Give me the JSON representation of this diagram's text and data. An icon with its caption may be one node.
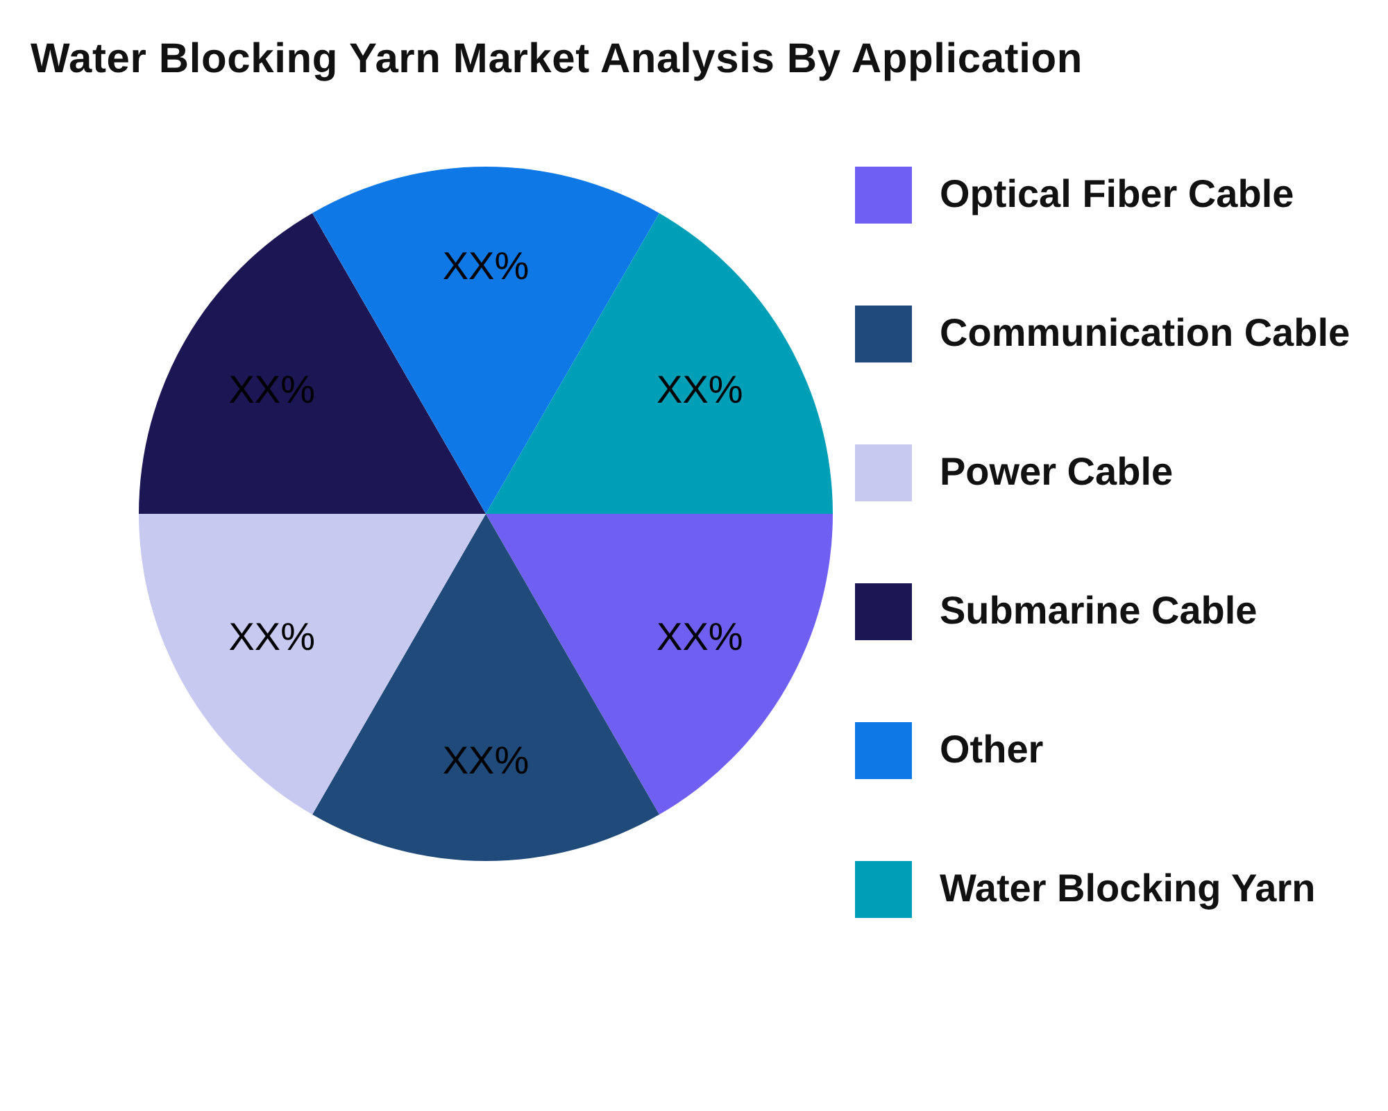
{
  "diagram": {
    "title": "Water Blocking Yarn Market Analysis By Application",
    "labels": [
      "XX%",
      "XX%",
      "XX%",
      "XX%",
      "XX%",
      "XX%"
    ],
    "legend": [
      {
        "text": "Optical Fiber Cable",
        "color": "#6f5ff2"
      },
      {
        "text": "Communication Cable",
        "color": "#1f4a7a"
      },
      {
        "text": "Power Cable",
        "color": "#c8c9f0"
      },
      {
        "text": "Submarine Cable",
        "color": "#1c1754"
      },
      {
        "text": "Other",
        "color": "#0e78e6"
      },
      {
        "text": "Water Blocking Yarn",
        "color": "#009fb8"
      }
    ]
  }
}
